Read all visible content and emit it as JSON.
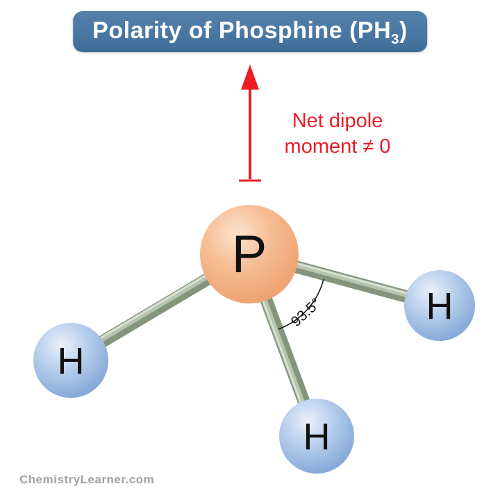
{
  "title": {
    "prefix": "Polarity of Phosphine (PH",
    "subscript": "3",
    "suffix": ")"
  },
  "dipole": {
    "line1": "Net dipole",
    "line2": "moment ≠ 0"
  },
  "molecule": {
    "central": {
      "symbol": "P"
    },
    "hydrogens": [
      {
        "symbol": "H",
        "position": "left"
      },
      {
        "symbol": "H",
        "position": "right"
      },
      {
        "symbol": "H",
        "position": "bottom"
      }
    ],
    "bond_angle_label": "93.5°"
  },
  "watermark": "ChemistryLearner.com",
  "colors": {
    "banner-bg": "#4a7aa5",
    "accent-red": "#ec1c24",
    "phosphorus-fill": "#f4ac7c",
    "hydrogen-fill": "#8fb2de",
    "bond-fill": "#93a58c",
    "watermark-gray": "#a2a2a2"
  }
}
